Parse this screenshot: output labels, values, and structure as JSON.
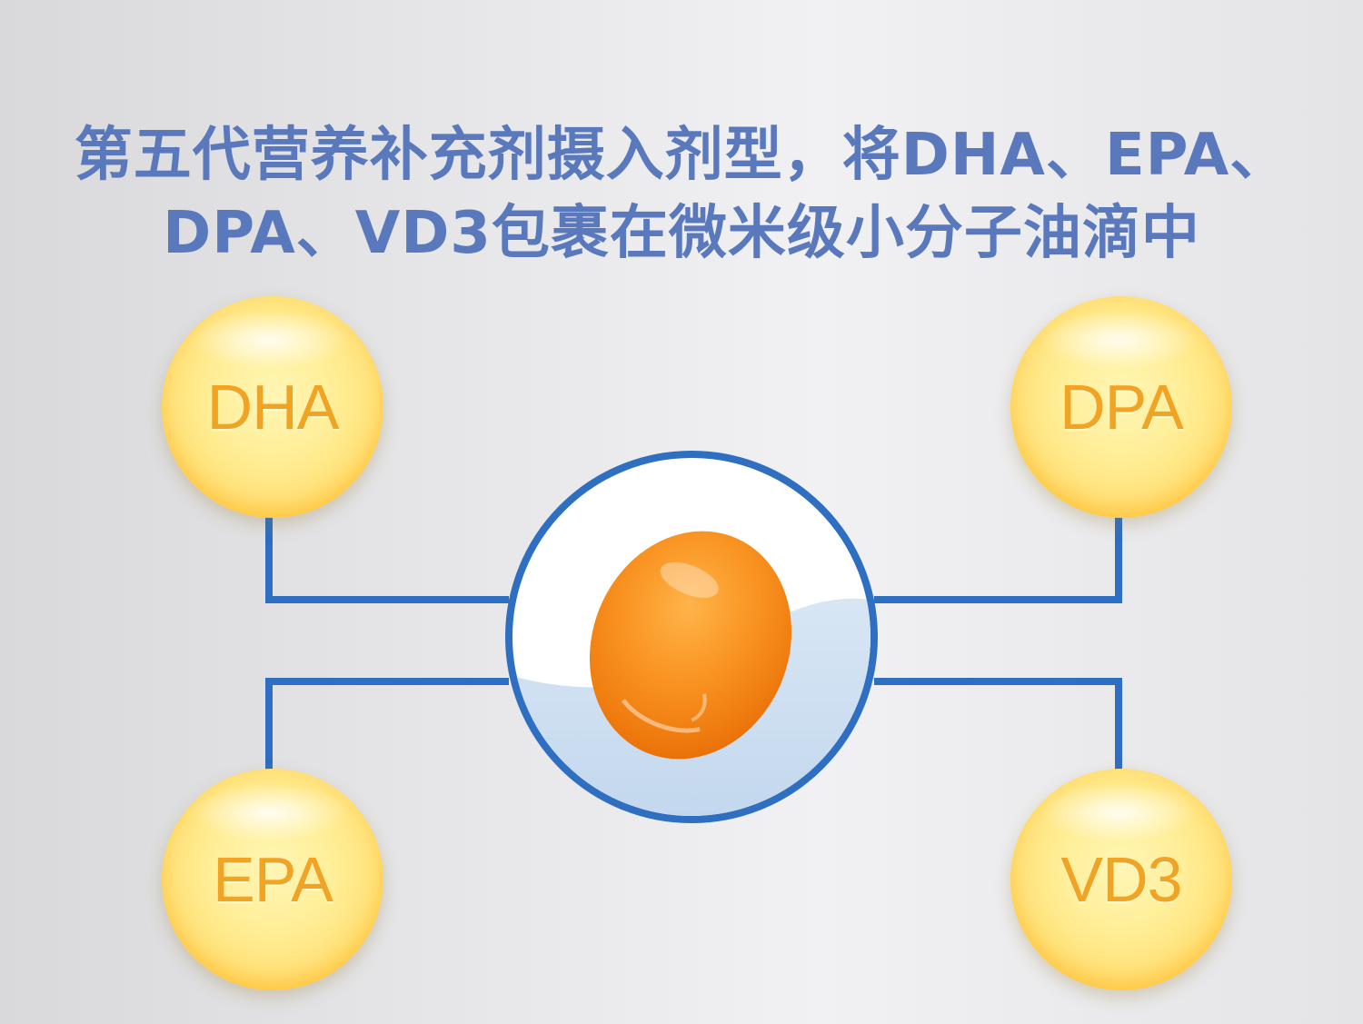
{
  "headline": {
    "line1": "第五代营养补充剂摄入剂型，将DHA、EPA、",
    "line2": "DPA、VD3包裹在微米级小分子油滴中"
  },
  "nutrients": [
    {
      "label": "DHA"
    },
    {
      "label": "DPA"
    },
    {
      "label": "EPA"
    },
    {
      "label": "VD3"
    }
  ],
  "colors": {
    "headline": "#5a79bd",
    "connector": "#2e6fc2",
    "bubble_text": "#f1a323",
    "oil_droplet": "#f7941d",
    "water": "#c9dcef"
  },
  "icons": {
    "center": "oil-droplet-icon"
  }
}
